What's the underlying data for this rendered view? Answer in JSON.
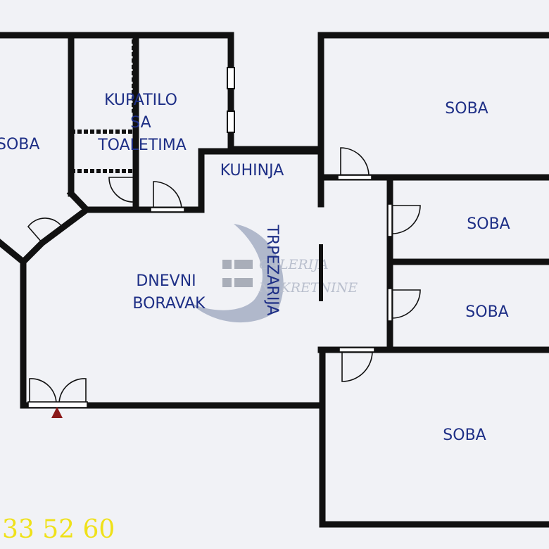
{
  "rooms": {
    "soba_left": "SOBA",
    "kupatilo_line1": "KUPATILO",
    "kupatilo_line2": "SA",
    "kupatilo_line3": "TOALETIMA",
    "kuhinja": "KUHINJA",
    "trpezarija": "TRPEZARIJA",
    "dnevni_line1": "DNEVNI",
    "dnevni_line2": "BORAVAK",
    "soba_top_right": "SOBA",
    "soba_mid_right_1": "SOBA",
    "soba_mid_right_2": "SOBA",
    "soba_bottom_right": "SOBA"
  },
  "watermark": {
    "line1": "GALERIJA",
    "line2": "NEKRETNINE",
    "color": "#7c8aa8"
  },
  "phone": "33 52 60",
  "colors": {
    "background": "#f1f2f6",
    "wall": "#111111",
    "label": "#1e2f86",
    "phone": "#efe11a",
    "entrance_marker": "#8b1a1a"
  }
}
